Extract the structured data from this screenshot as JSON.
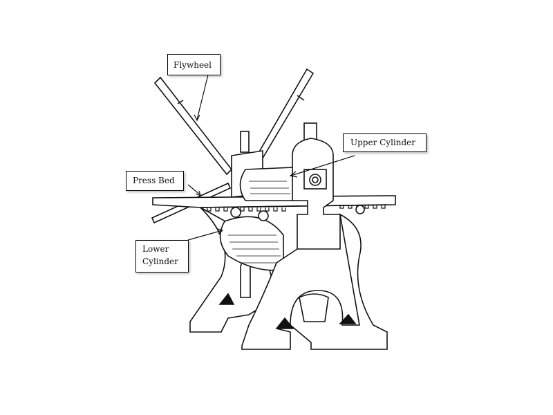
{
  "labels": {
    "flywheel": "Flywheel",
    "upper_cylinder": "Upper Cylinder",
    "press_bed": "Press Bed",
    "lower_cylinder_line1": "Lower",
    "lower_cylinder_line2": "Cylinder"
  }
}
